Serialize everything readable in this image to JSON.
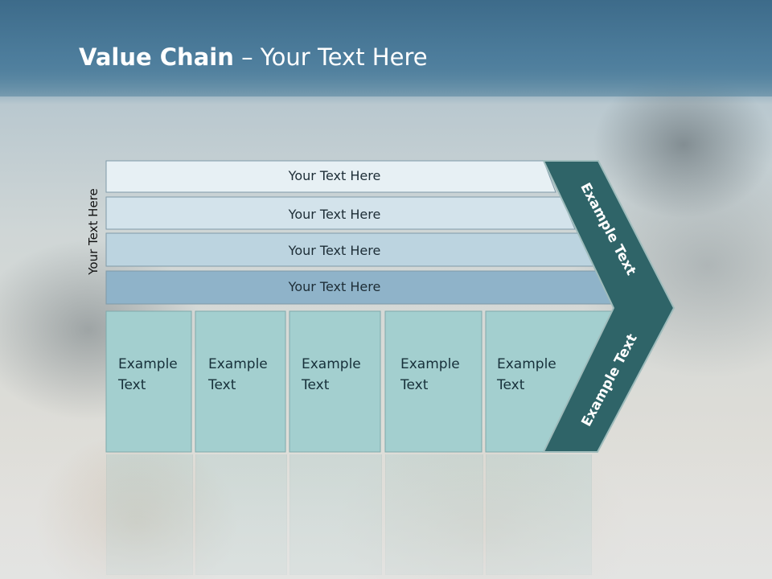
{
  "slide": {
    "title_bold": "Value Chain",
    "title_rest": " – Your Text Here",
    "side_label": "Your Text Here"
  },
  "rows": [
    {
      "label": "Your Text Here",
      "fill": "#e7f0f4"
    },
    {
      "label": "Your Text Here",
      "fill": "#d3e3eb"
    },
    {
      "label": "Your Text Here",
      "fill": "#bcd4e0"
    },
    {
      "label": "Your Text Here",
      "fill": "#8fb3c9"
    }
  ],
  "boxes": [
    {
      "line1": "Example",
      "line2": "Text"
    },
    {
      "line1": "Example",
      "line2": "Text"
    },
    {
      "line1": "Example",
      "line2": "Text"
    },
    {
      "line1": "Example",
      "line2": "Text"
    },
    {
      "line1": "Example",
      "line2": "Text"
    }
  ],
  "chevron": {
    "upper_label": "Example Text",
    "lower_label": "Example Text",
    "color": "#2f6468"
  },
  "colors": {
    "box_fill": "#a3cfcf",
    "title_bar": "#4a7a99"
  }
}
